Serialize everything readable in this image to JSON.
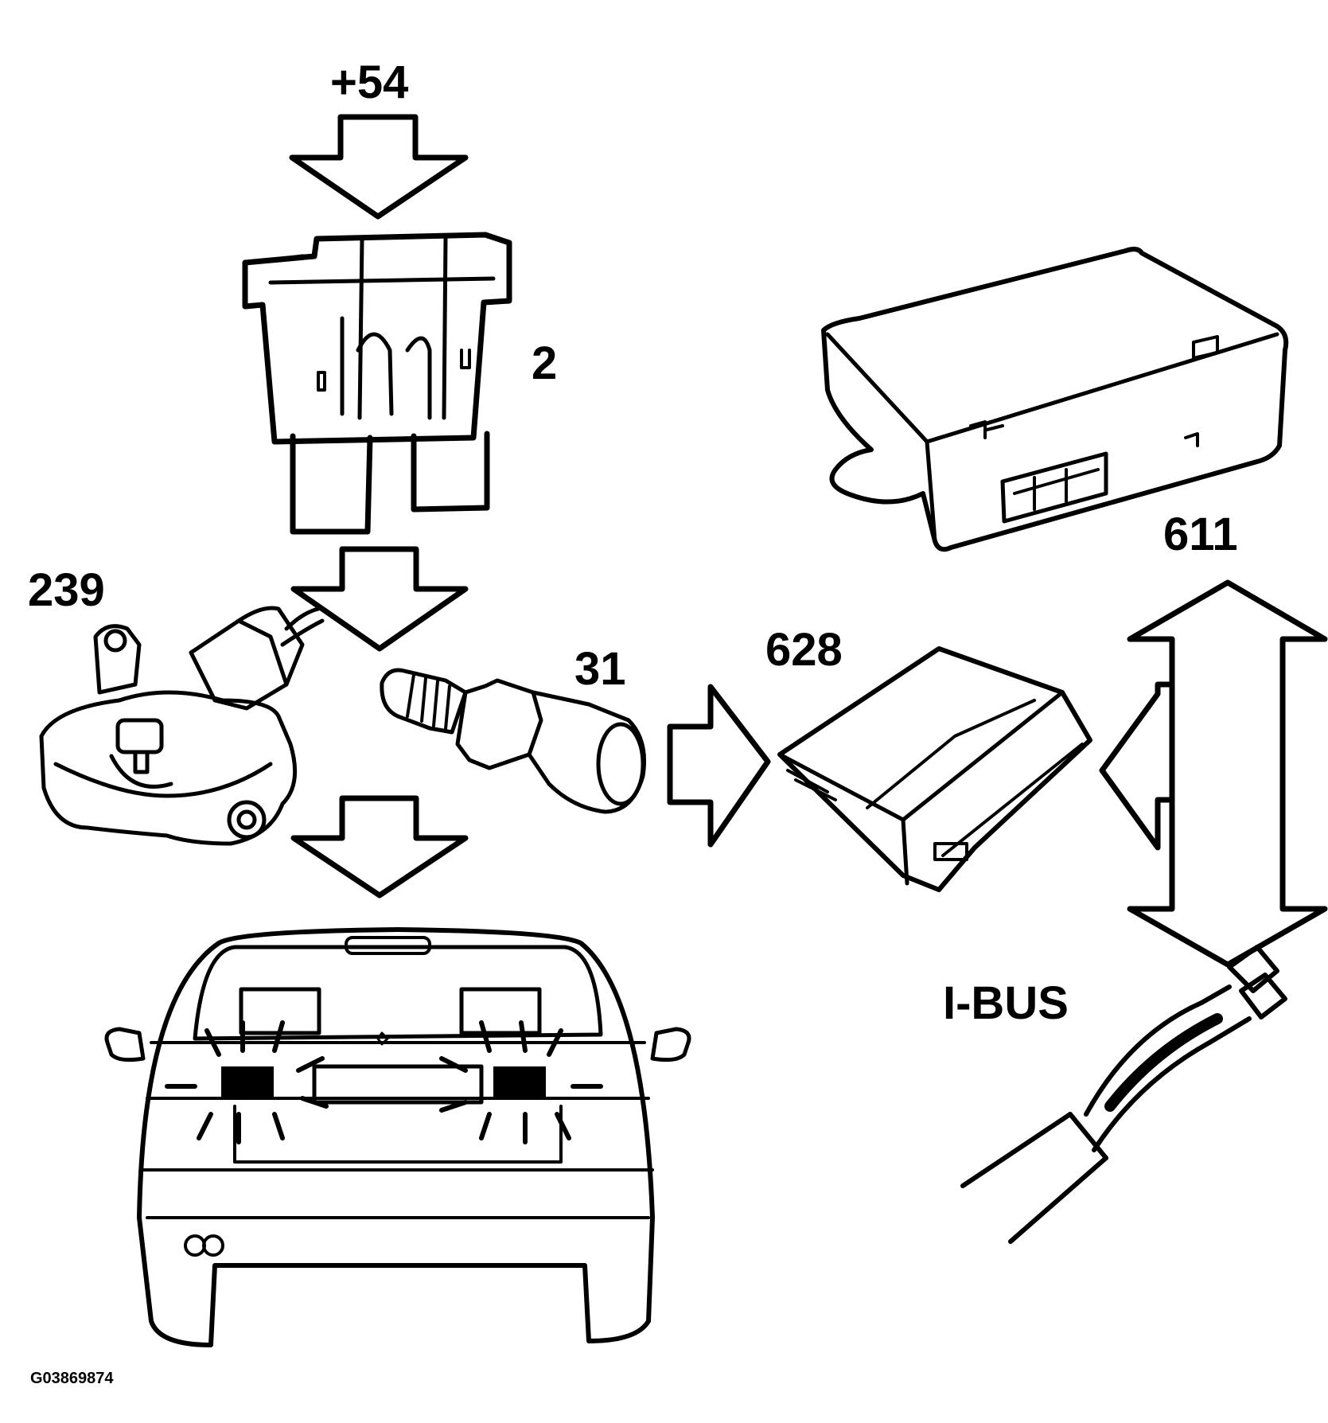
{
  "labels": {
    "supply": "+54",
    "fuse": "2",
    "switch_unit": "239",
    "sensor": "31",
    "control_module": "628",
    "gateway_module": "611",
    "bus": "I-BUS",
    "reference": "G03869874"
  },
  "colors": {
    "line": "#000000",
    "background": "#ffffff",
    "lamp": "#000000"
  },
  "icons": [
    "down-arrow-icon",
    "fuse-icon",
    "selector-switch-icon",
    "pressure-switch-icon",
    "right-arrow-icon",
    "module-icon",
    "control-unit-icon",
    "double-arrow-icon",
    "cable-connector-icon",
    "car-rear-icon"
  ]
}
